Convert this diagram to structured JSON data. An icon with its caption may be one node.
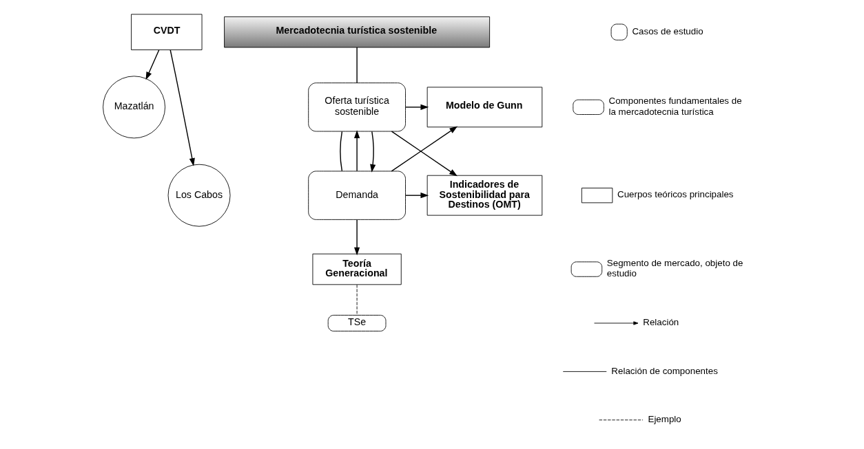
{
  "diagram": {
    "nodes": [
      {
        "text": [
          "CVDT"
        ]
      },
      {
        "text": [
          "Mercadotecnia turística sostenible"
        ]
      },
      {
        "text": [
          "Mazatlán"
        ]
      },
      {
        "text": [
          "Los Cabos"
        ]
      },
      {
        "text": [
          "Oferta turística sostenible"
        ]
      },
      {
        "text": [
          "Modelo de Gunn"
        ]
      },
      {
        "text": [
          "Indicadores de Sostenibilidad para Destinos (OMT)"
        ]
      },
      {
        "text": [
          "Demanda"
        ]
      },
      {
        "text": [
          "Teoría Generacional"
        ]
      },
      {
        "text": [
          "TSe"
        ]
      }
    ],
    "edges": [
      {
        "from": 0,
        "to": 2,
        "arrow": "to"
      },
      {
        "from": 0,
        "to": 3,
        "arrow": "to"
      },
      {
        "from": 1,
        "to": 4,
        "arrow": "none"
      },
      {
        "from": 4,
        "to": 7,
        "arrow": "none"
      },
      {
        "from": 7,
        "to": 4,
        "arrow": "to"
      },
      {
        "from": 4,
        "to": 7,
        "arrow": "to"
      },
      {
        "from": 4,
        "to": 5,
        "arrow": "to"
      },
      {
        "from": 4,
        "to": 6,
        "arrow": "to"
      },
      {
        "from": 7,
        "to": 5,
        "arrow": "to"
      },
      {
        "from": 7,
        "to": 6,
        "arrow": "to"
      },
      {
        "from": 7,
        "to": 8,
        "arrow": "to"
      },
      {
        "from": 8,
        "to": 9,
        "arrow": "none",
        "style": "dashed"
      }
    ],
    "legend": [
      {
        "text": "Casos de estudio"
      },
      {
        "text": "Componentes fundamentales de la mercadotecnia turística"
      },
      {
        "text": "Cuerpos teóricos principales"
      },
      {
        "text": "Segmento de mercado, objeto de estudio"
      },
      {
        "text": "Relación"
      },
      {
        "text": "Relación de componentes"
      },
      {
        "text": "Ejemplo"
      }
    ]
  }
}
